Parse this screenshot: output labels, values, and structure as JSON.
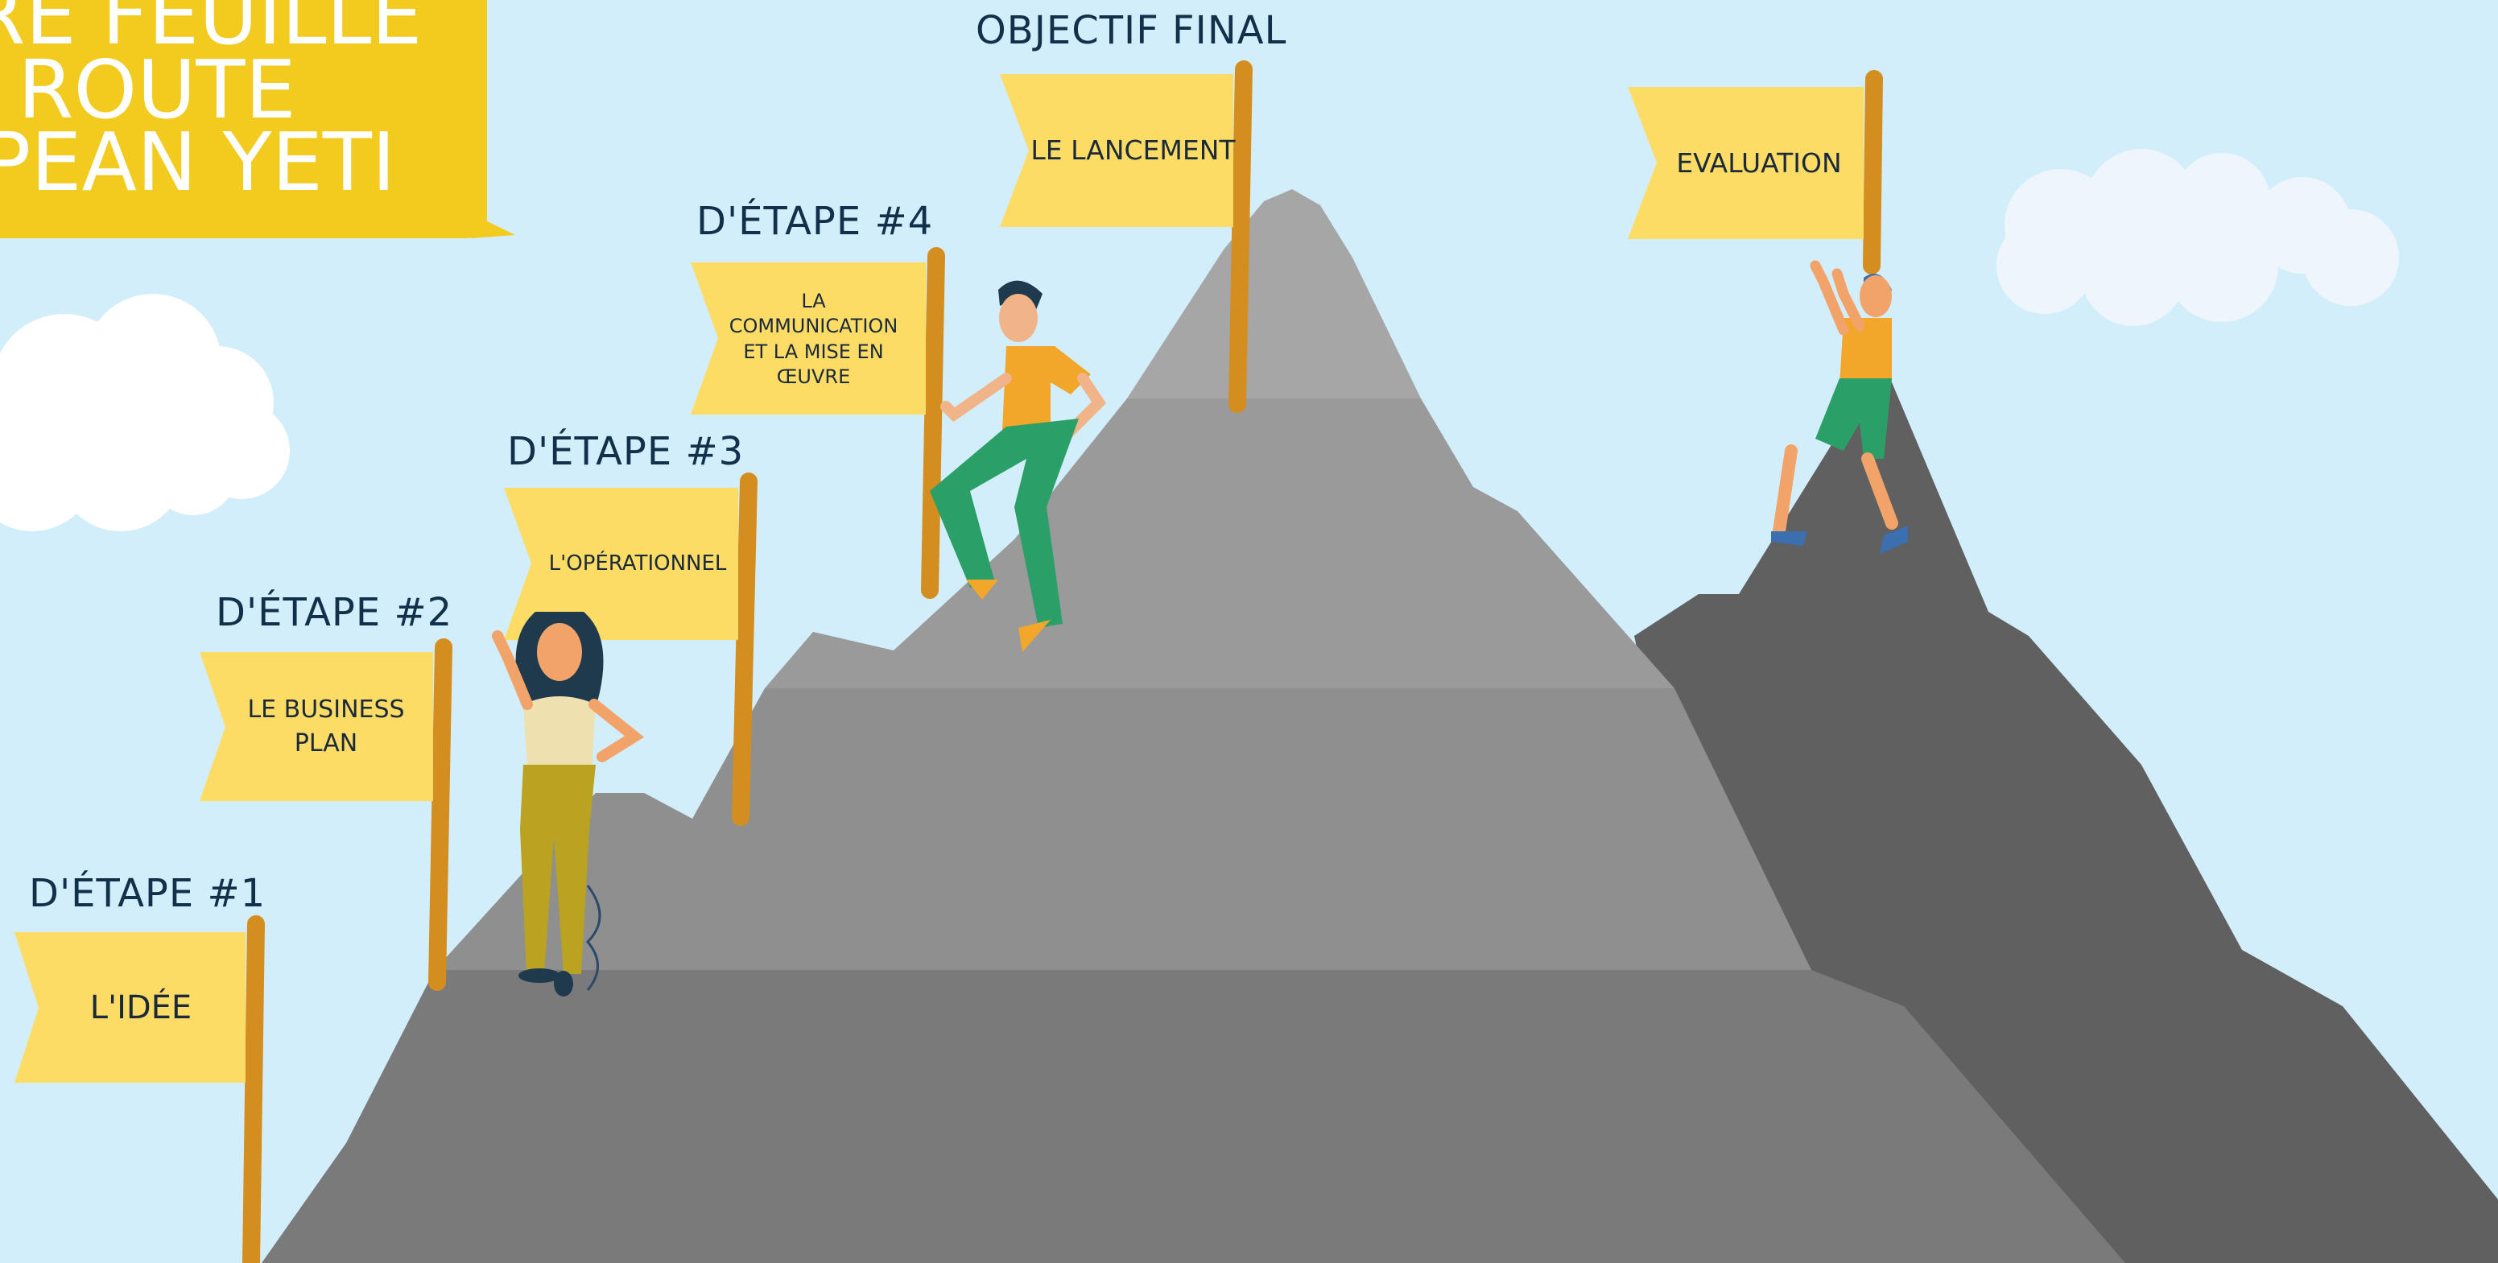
{
  "title": {
    "line1": "RE FEUILLE",
    "line2": "ROUTE",
    "line3": "PEAN YETI"
  },
  "milestones": [
    {
      "heading": "D'ÉTAPE #1",
      "flag": "L'IDÉE"
    },
    {
      "heading": "D'ÉTAPE #2",
      "flag": "LE BUSINESS PLAN"
    },
    {
      "heading": "D'ÉTAPE #3",
      "flag": "L'OPÉRATIONNEL"
    },
    {
      "heading": "D'ÉTAPE #4",
      "flag": "LA COMMUNICATION ET LA MISE EN ŒUVRE"
    },
    {
      "heading": "OBJECTIF FINAL",
      "flag": "LE LANCEMENT"
    },
    {
      "heading": "",
      "flag": "EVALUATION"
    }
  ],
  "colors": {
    "sky": "#d3eefb",
    "title_box": "#f2cb1e",
    "flag": "#fddc66",
    "pole": "#d48d1f",
    "text": "#12304a",
    "mountain_light": "#a6a6a6",
    "mountain_mid": "#8f8f8f",
    "mountain_dark": "#606060",
    "cloud": "#ffffff"
  }
}
